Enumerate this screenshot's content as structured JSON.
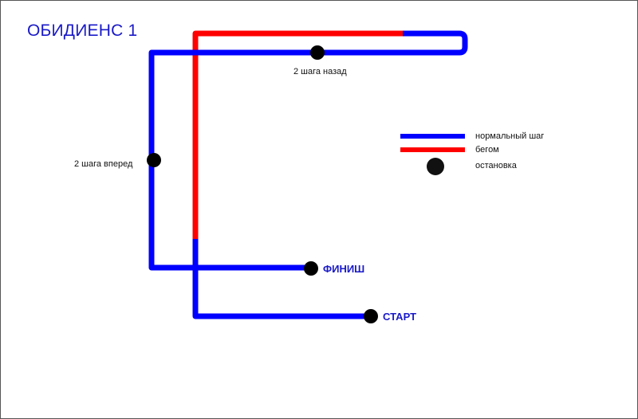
{
  "title": "ОБИДИЕНС 1",
  "colors": {
    "normal": "#0000ff",
    "run": "#ff0000",
    "stop": "#000000",
    "text_accent": "#1a1ac8"
  },
  "labels": {
    "back": "2 шага назад",
    "forward": "2 шага вперед",
    "finish": "ФИНИШ",
    "start": "СТАРТ"
  },
  "legend": [
    {
      "icon": "blue-line",
      "label": "нормальный шаг"
    },
    {
      "icon": "red-line",
      "label": "бегом"
    },
    {
      "icon": "black-dot",
      "label": "остановка"
    }
  ]
}
